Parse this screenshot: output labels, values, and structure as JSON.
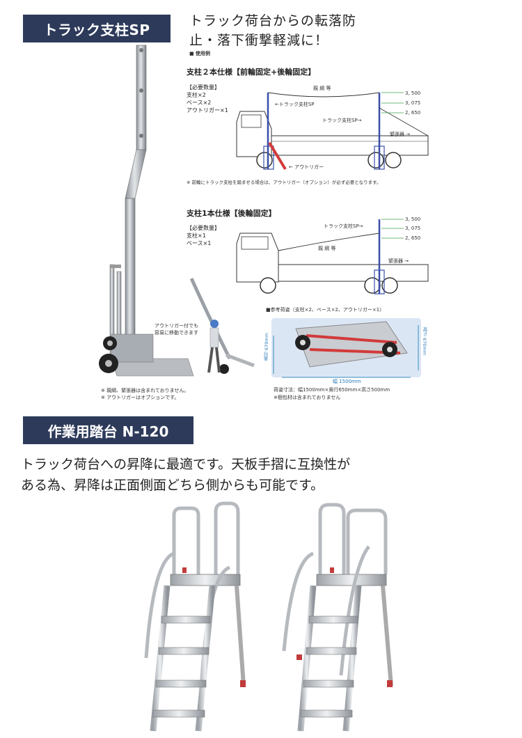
{
  "section1": {
    "title": "トラック支柱SP",
    "headline_line1": "トラック荷台からの転落防",
    "headline_line2": "止・落下衝撃軽減に！",
    "usage_label": "■ 使用例",
    "spec2": {
      "title": "支柱２本仕様【前輪固定+後輪固定】",
      "required_title": "【必要数量】",
      "required_lines": [
        "支柱×2",
        "ベース×2",
        "アウトリガー×1"
      ],
      "labels": {
        "rope": "親 綱 等",
        "pole_left": "←トラック支柱SP",
        "pole_right": "トラック支柱SP→",
        "tensioner": "緊張器 →",
        "outrigger": "← アウトリガー"
      },
      "heights": [
        "3, 500",
        "3, 075",
        "2, 650"
      ],
      "note": "※ 前輪にトラック支柱を踏ませる場合は、アウトリガー（オプション）が必ず必要となります。"
    },
    "spec1": {
      "title": "支柱1本仕様【後輪固定】",
      "required_title": "【必要数量】",
      "required_lines": [
        "支柱×1",
        "ベース×1"
      ],
      "labels": {
        "pole": "トラック支柱SP→",
        "rope": "親 綱 等",
        "tensioner": "緊張器 →"
      },
      "heights": [
        "3, 500",
        "3, 075",
        "2, 650"
      ]
    },
    "packing": {
      "title": "■参考荷姿（支柱×2、ベース×2、アウトリガー×1）",
      "dim_depth": "奥行 670mm",
      "dim_height": "高さ 670mm",
      "dim_width": "幅 1500mm",
      "size_line": "荷姿寸法：幅1500mm×奥行650mm×高さ500mm",
      "note": "※梱包材は含まれておりません"
    },
    "move_caption_line1": "アウトリガー付でも",
    "move_caption_line2": "容易に移動できます",
    "bottom_note1": "※ 親綱、緊張器は含まれておりません。",
    "bottom_note2": "※ アウトリガーはオプションです。"
  },
  "section2": {
    "title": "作業用踏台 N-120",
    "desc_line1": "トラック荷台への昇降に最適です。天板手摺に互換性が",
    "desc_line2": "ある為、昇降は正面側面どちら側からも可能です。"
  },
  "colors": {
    "label_bg": "#2d3a5a",
    "pole_blue": "#3a4fa8",
    "outrigger_red": "#d23a3a",
    "guide_green": "#3aa050"
  }
}
